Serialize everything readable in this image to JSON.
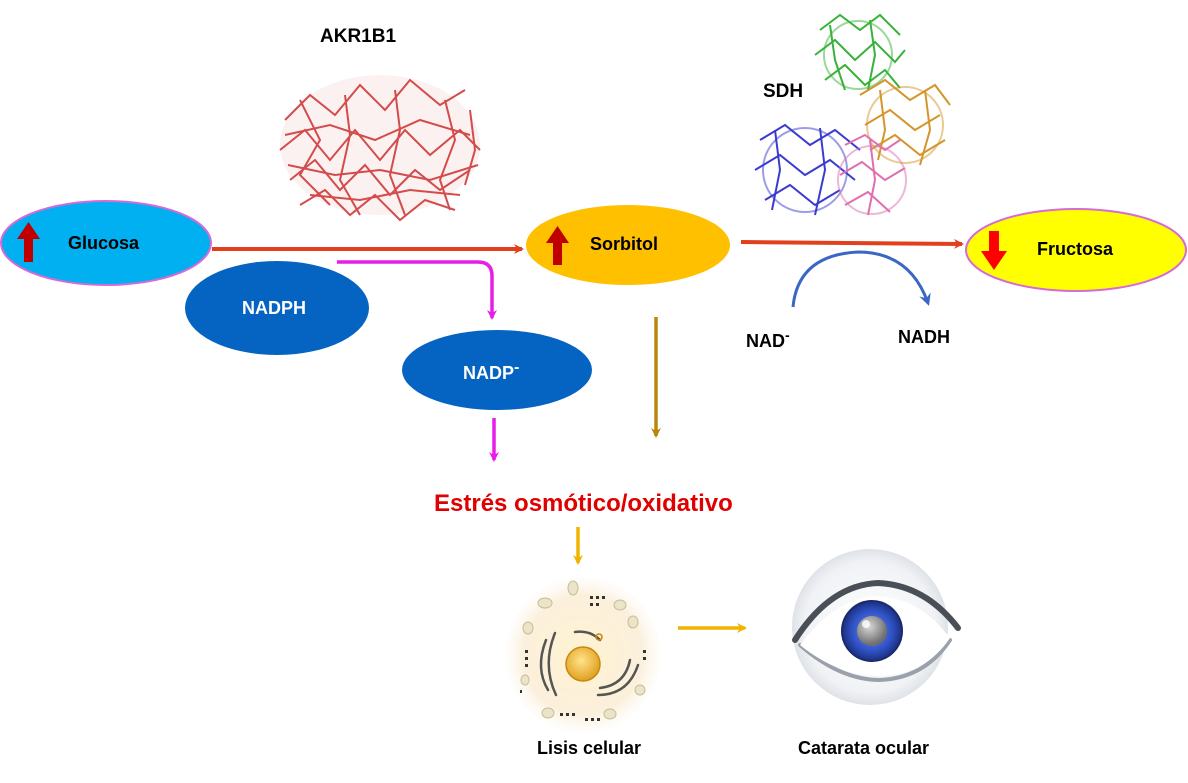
{
  "proteins": {
    "akr1b1": "AKR1B1",
    "sdh": "SDH"
  },
  "nodes": {
    "glucosa": "Glucosa",
    "sorbitol": "Sorbitol",
    "fructosa": "Fructosa",
    "nadph": "NADPH",
    "nadp": "NADP",
    "nadp_sup": "-"
  },
  "cofactors": {
    "nad": "NAD",
    "nad_sup": "-",
    "nadh": "NADH"
  },
  "stress": "Estrés osmótico/oxidativo",
  "outcomes": {
    "lysis": "Lisis celular",
    "cataract": "Catarata ocular"
  },
  "colors": {
    "glucosa_fill": "#00b0f0",
    "sorbitol_fill": "#ffc000",
    "fructosa_fill": "#ffff00",
    "nadph_fill": "#0563c1",
    "main_arrow": "#e2401c",
    "magenta_arrow": "#e61ee6",
    "olive_arrow": "#b8860b",
    "yellow_arrow": "#f0b400",
    "stress_text": "#e00000",
    "up_arrow": "#c00000",
    "down_arrow": "#ff0000"
  }
}
